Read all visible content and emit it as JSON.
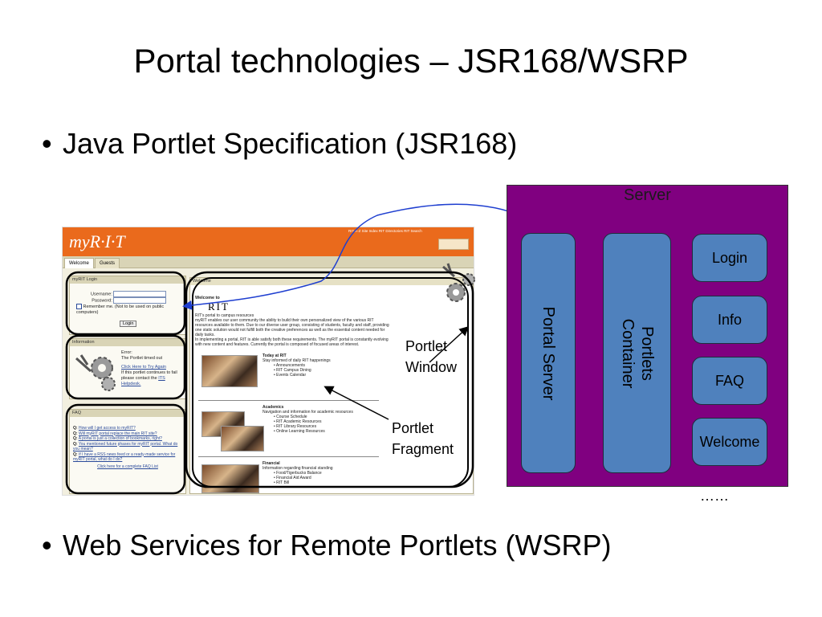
{
  "slide": {
    "title": "Portal technologies – JSR168/WSRP",
    "bullets": [
      "Java Portlet Specification (JSR168)",
      "Web Services for Remote Portlets (WSRP)"
    ],
    "bullet_glyph": "•"
  },
  "screenshot": {
    "logo": "myR·I·T",
    "header_links": "RIT A-Z Site Index    RIT Directories    RIT Search",
    "tabs": [
      "Welcome",
      "Guests"
    ],
    "login": {
      "title": "myRIT Login",
      "username_label": "Username:",
      "password_label": "Password:",
      "remember_label": "Remember me. (Not to be used on public computers)",
      "button": "Login"
    },
    "information": {
      "title": "Information",
      "error_label": "Error:",
      "error_text": "The Portlet timed out",
      "retry_link": "Click Here to Try Again",
      "help_text": "If this portlet continues to fail please contact the",
      "help_link": "ITS Helpdesk."
    },
    "faq": {
      "title": "FAQ",
      "prefix": "Q:",
      "items": [
        "How will I get access to myRIT?",
        "Will myRIT portal replace the main RIT site?",
        "A portal is just a collection of bookmarks, right?",
        "You mentioned future phases for myRIT portal. What do you mean?",
        "If I have a RSS news feed or a ready-made service for myRIT portal, what do I do?"
      ],
      "more_link": "Click here for a complete FAQ List"
    },
    "welcome": {
      "title": "Welcome",
      "heading": "Welcome to",
      "logo": "RIT",
      "intro_heading": "RIT's portal to campus resources",
      "intro_text": "myRIT enables our user community the ability to build their own personalized view of the various RIT resources available to them. Due to our diverse user group, consisting of students, faculty and staff, providing one static solution would not fulfill both the creative preferences as well as the essential content needed for daily tasks.",
      "intro_text2": "In implementing a portal, RIT is able satisfy both these requirements. The myRIT portal is constantly evolving with new content and features. Currently the portal is composed of focused areas of interest.",
      "sections": [
        {
          "heading": "Today at RIT",
          "desc": "Stay informed of daily RIT happenings",
          "items": [
            "Announcements",
            "RIT Campus Dining",
            "Events Calendar"
          ]
        },
        {
          "heading": "Academics",
          "desc": "Navigation and information for academic resources",
          "items": [
            "Course Schedule",
            "RIT Academic Resources",
            "RIT Library Resources",
            "Online Learning Resources"
          ]
        },
        {
          "heading": "Financial",
          "desc": "Information regarding financial standing",
          "items": [
            "Food/Tigerbucks Balance",
            "Financial Aid Award",
            "RIT Bill"
          ]
        }
      ]
    }
  },
  "callouts": {
    "window": [
      "Portlet",
      "Window"
    ],
    "fragment": [
      "Portlet",
      "Fragment"
    ]
  },
  "server": {
    "label": "Server",
    "portal_server": "Portal Server",
    "portlets_container": [
      "Portlets",
      "Container"
    ],
    "portlets": [
      "Login",
      "Info",
      "FAQ",
      "Welcome"
    ],
    "ellipsis": "……"
  },
  "colors": {
    "server_box": "#800080",
    "component_fill": "#4f81bd",
    "header_orange": "#ea6a1c",
    "arrow": "#1f3fd0"
  }
}
